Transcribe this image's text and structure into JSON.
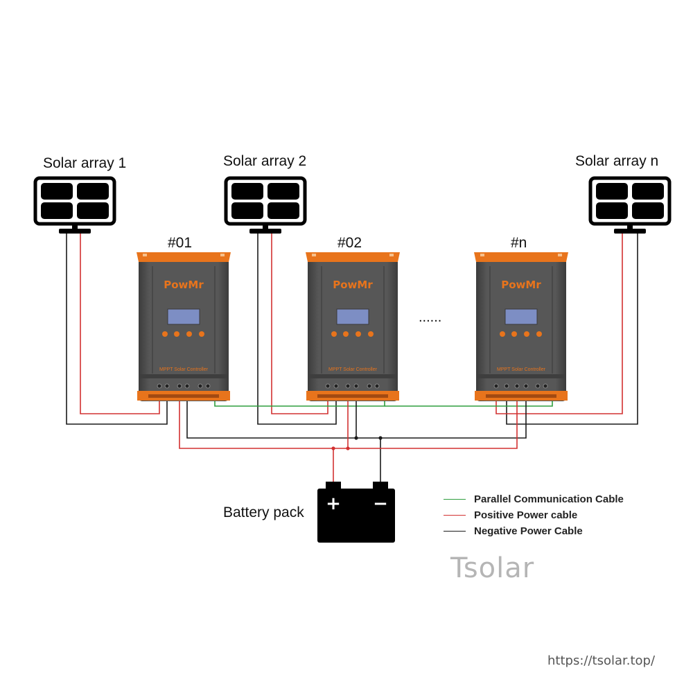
{
  "arrays": [
    {
      "label": "Solar array 1"
    },
    {
      "label": "Solar array 2"
    },
    {
      "label": "Solar array n"
    }
  ],
  "controllers": [
    {
      "id_label": "#01",
      "brand": "PowMr",
      "subtitle": "MPPT Solar Controller"
    },
    {
      "id_label": "#02",
      "brand": "PowMr",
      "subtitle": "MPPT Solar Controller"
    },
    {
      "id_label": "#n",
      "brand": "PowMr",
      "subtitle": "MPPT Solar Controller"
    }
  ],
  "ellipsis": "......",
  "battery": {
    "label": "Battery pack",
    "plus": "+",
    "minus": "−"
  },
  "legend": [
    {
      "label": "Parallel Communication Cable",
      "color": "#2e9e3e"
    },
    {
      "label": "Positive Power cable",
      "color": "#d23030"
    },
    {
      "label": "Negative Power Cable",
      "color": "#1a1a1a"
    }
  ],
  "watermark": "Tsolar",
  "url": "https://tsolar.top/",
  "colors": {
    "orange": "#e8741c",
    "body": "#505050",
    "green": "#2e9e3e",
    "red": "#d23030",
    "black": "#1a1a1a"
  }
}
